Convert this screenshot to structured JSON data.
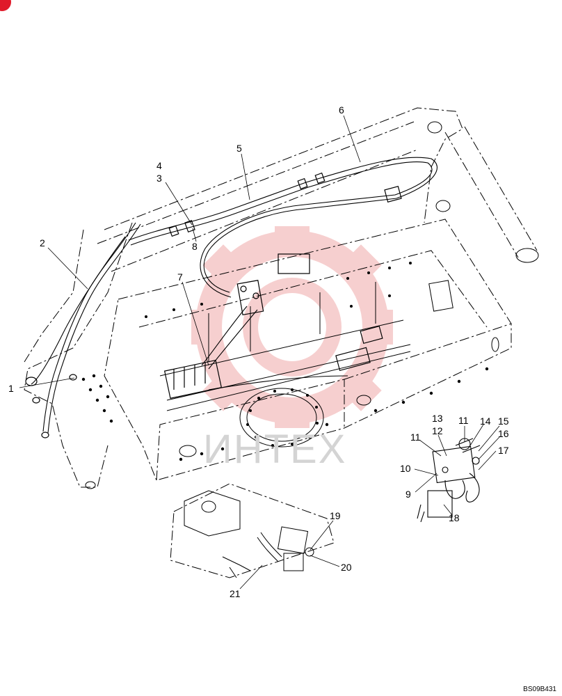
{
  "callouts": [
    {
      "id": "c1",
      "text": "1"
    },
    {
      "id": "c2",
      "text": "2"
    },
    {
      "id": "c3",
      "text": "3"
    },
    {
      "id": "c4",
      "text": "4"
    },
    {
      "id": "c5",
      "text": "5"
    },
    {
      "id": "c6",
      "text": "6"
    },
    {
      "id": "c7",
      "text": "7"
    },
    {
      "id": "c8",
      "text": "8"
    },
    {
      "id": "c9",
      "text": "9"
    },
    {
      "id": "c10",
      "text": "10"
    },
    {
      "id": "c11a",
      "text": "11"
    },
    {
      "id": "c11b",
      "text": "11"
    },
    {
      "id": "c12",
      "text": "12"
    },
    {
      "id": "c13",
      "text": "13"
    },
    {
      "id": "c14",
      "text": "14"
    },
    {
      "id": "c15",
      "text": "15"
    },
    {
      "id": "c16",
      "text": "16"
    },
    {
      "id": "c17",
      "text": "17"
    },
    {
      "id": "c18",
      "text": "18"
    },
    {
      "id": "c19",
      "text": "19"
    },
    {
      "id": "c20",
      "text": "20"
    },
    {
      "id": "c21",
      "text": "21"
    }
  ],
  "watermark": {
    "text": "ИНТЕХ",
    "color": "#f2b8b8"
  },
  "reference_code": "BS09B431",
  "colors": {
    "line": "#000000",
    "watermark_red": "#f0a8a8",
    "badge": "#e01a2a"
  }
}
